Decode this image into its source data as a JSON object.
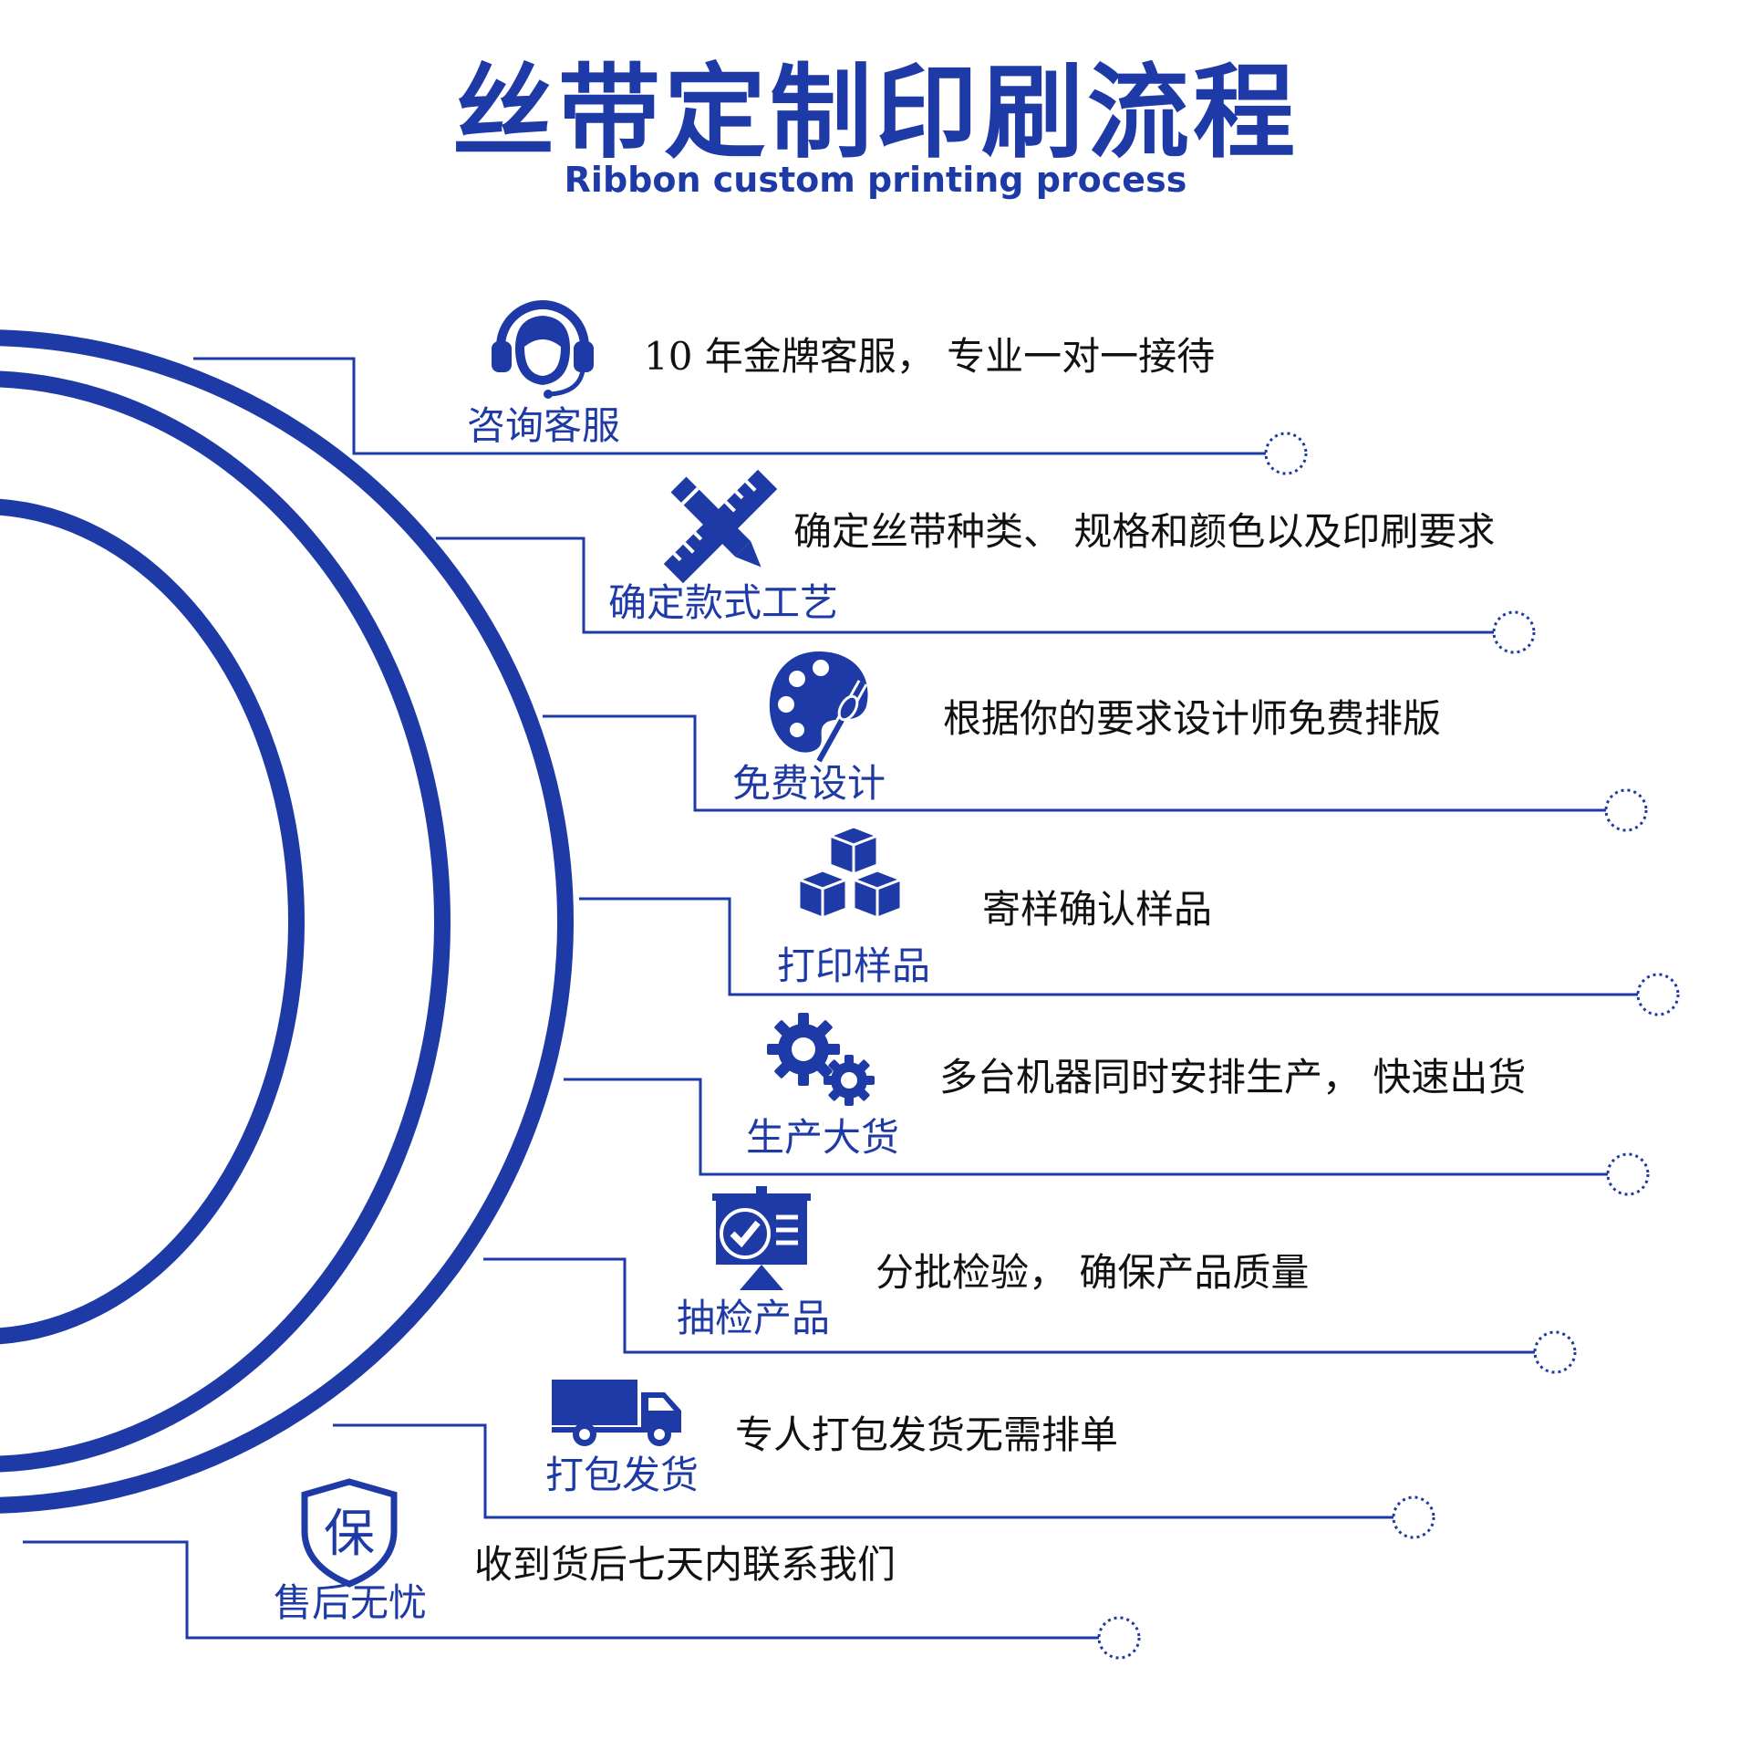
{
  "header": {
    "title": "丝带定制印刷流程",
    "subtitle": "Ribbon custom printing process"
  },
  "colors": {
    "primary": "#1e3aa6",
    "text": "#111111"
  },
  "steps": [
    {
      "label": "咨询客服",
      "desc": "10 年金牌客服，  专业一对一接待",
      "icon": "customer-service-headset-icon"
    },
    {
      "label": "确定款式工艺",
      "desc": "确定丝带种类、  规格和颜色以及印刷要求",
      "icon": "pencil-ruler-icon"
    },
    {
      "label": "免费设计",
      "desc": "根据你的要求设计师免费排版",
      "icon": "palette-brush-icon"
    },
    {
      "label": "打印样品",
      "desc": "寄样确认样品",
      "icon": "stacked-boxes-icon"
    },
    {
      "label": "生产大货",
      "desc": "多台机器同时安排生产，  快速出货",
      "icon": "gears-icon"
    },
    {
      "label": "抽检产品",
      "desc": "分批检验，  确保产品质量",
      "icon": "checklist-board-icon"
    },
    {
      "label": "打包发货",
      "desc": "专人打包发货无需排单",
      "icon": "delivery-truck-icon"
    },
    {
      "label": "售后无忧",
      "desc": "收到货后七天内联系我们",
      "icon": "shield-guarantee-icon",
      "badge": "保"
    }
  ]
}
